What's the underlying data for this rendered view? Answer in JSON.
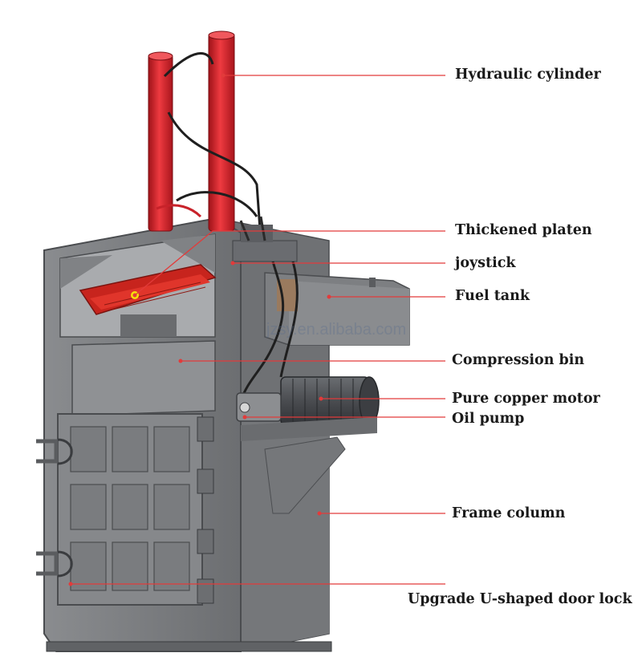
{
  "diagram": {
    "callouts": [
      {
        "id": "hydraulic-cylinder",
        "text": "Hydraulic cylinder"
      },
      {
        "id": "thickened-platen",
        "text": "Thickened platen"
      },
      {
        "id": "joystick",
        "text": "joystick"
      },
      {
        "id": "fuel-tank",
        "text": "Fuel tank"
      },
      {
        "id": "compression-bin",
        "text": "Compression bin"
      },
      {
        "id": "pure-copper-motor",
        "text": "Pure copper motor"
      },
      {
        "id": "oil-pump",
        "text": "Oil pump"
      },
      {
        "id": "frame-column",
        "text": "Frame column"
      },
      {
        "id": "door-lock",
        "text": "Upgrade U-shaped door lock"
      }
    ],
    "watermark": "jzsy.en.alibaba.com"
  },
  "colors": {
    "leader_line": "#e23b3b",
    "machine_body": "#7d7f82",
    "machine_dark": "#55575a",
    "cylinder_red": "#d8202a",
    "platen_red": "#d42a22",
    "platen_dot": "#f5e10a"
  }
}
